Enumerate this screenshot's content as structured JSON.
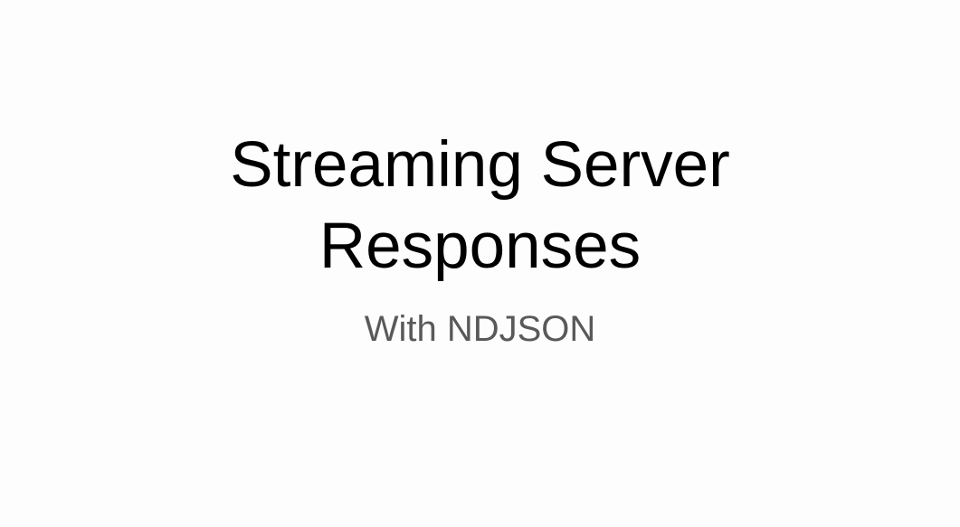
{
  "slide": {
    "title_lines": [
      "Streaming Server",
      "Responses"
    ],
    "subtitle": "With NDJSON"
  },
  "colors": {
    "background": "#fdfdfd",
    "title": "#000000",
    "subtitle": "#595959"
  }
}
